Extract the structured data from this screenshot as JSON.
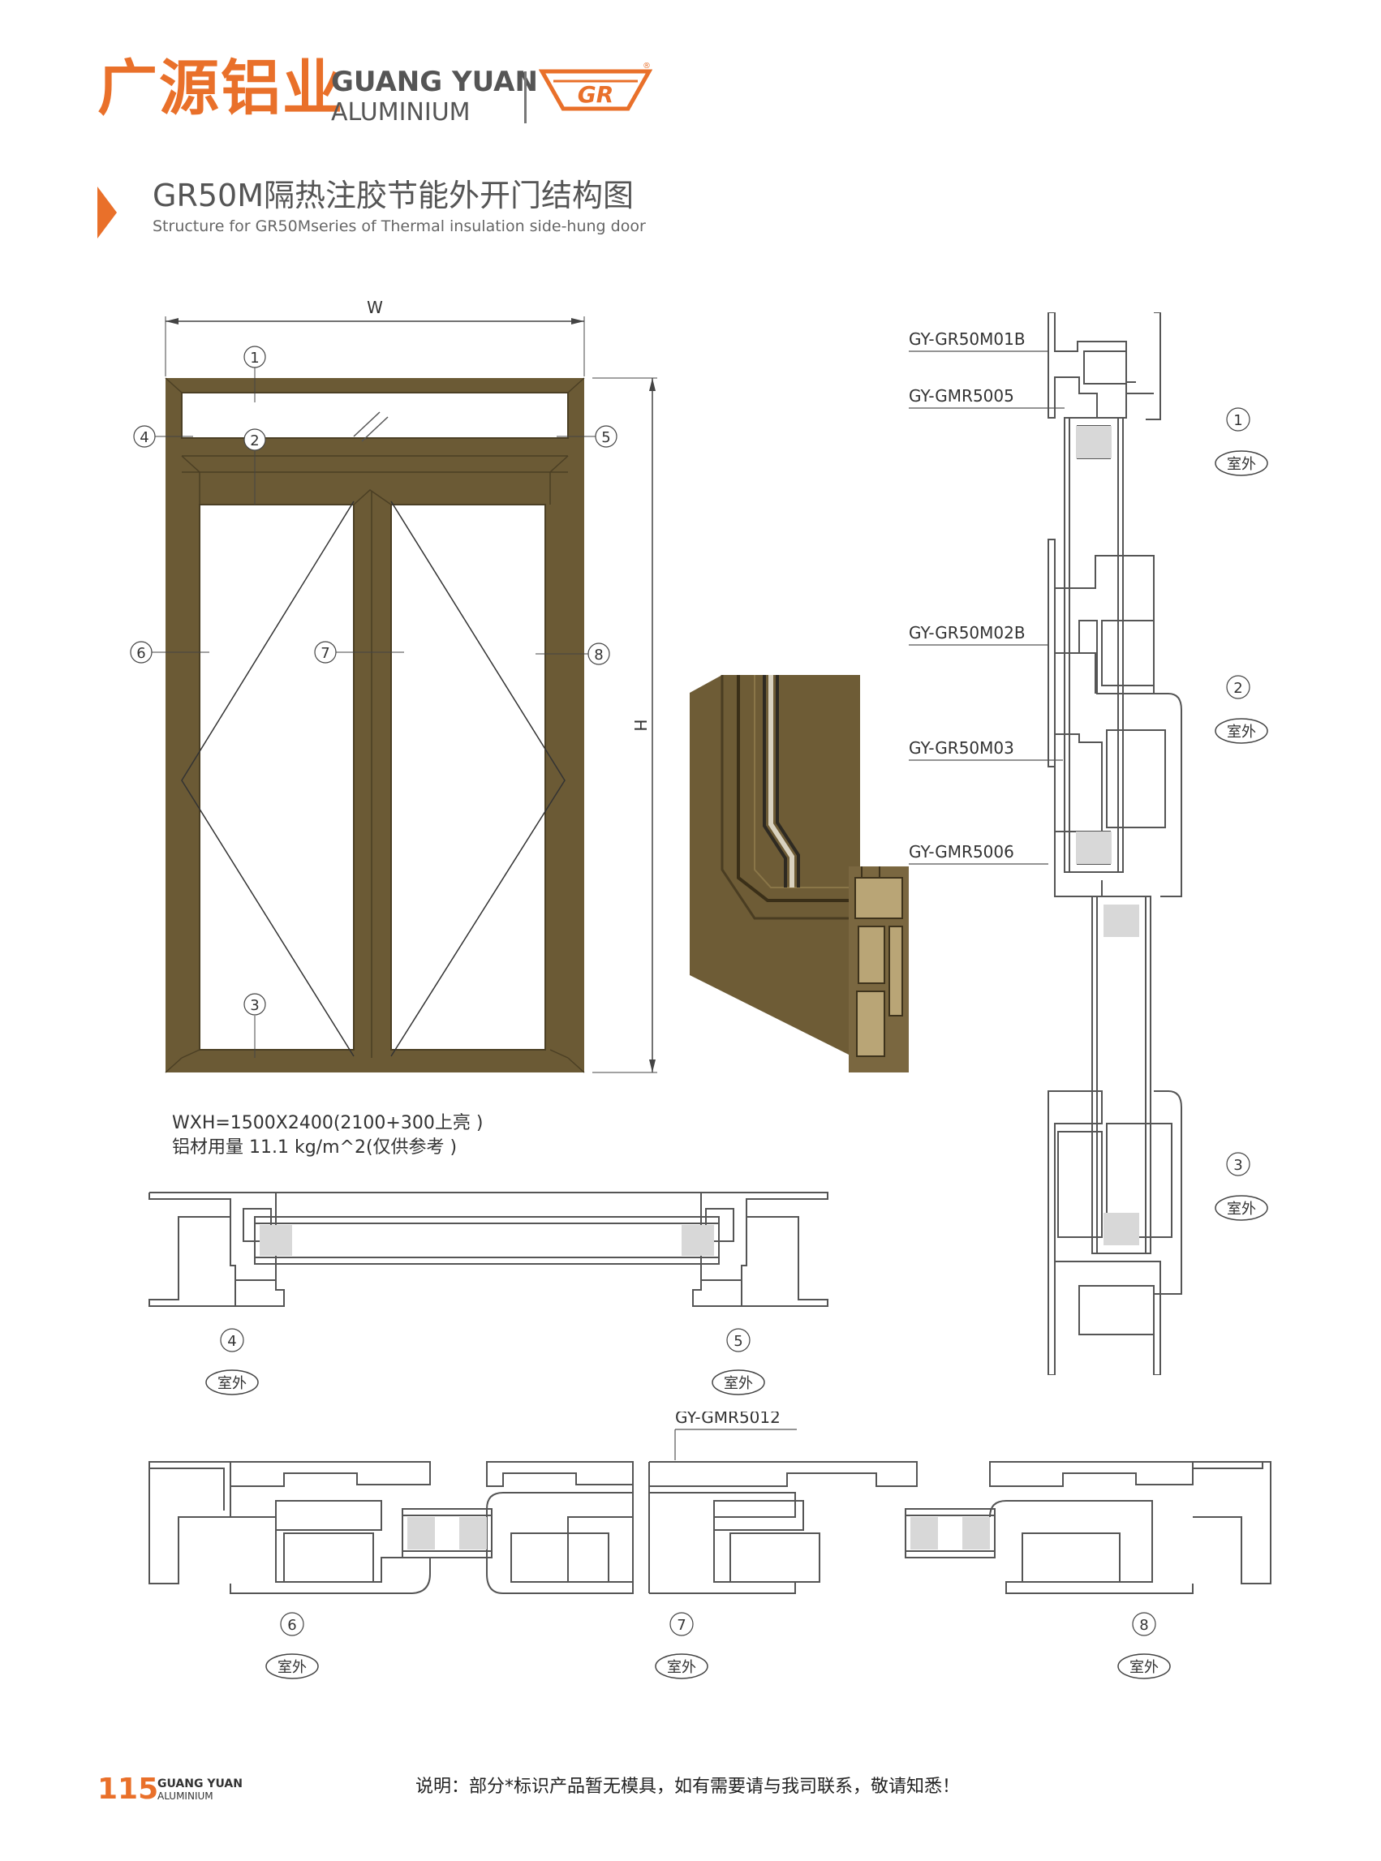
{
  "brand": {
    "cn": "广源铝业",
    "en_line1": "GUANG YUAN",
    "en_line2": "ALUMINIUM",
    "logo_text": "GR",
    "registered": "®",
    "accent_color": "#e9702a"
  },
  "title": {
    "cn": "GR50M隔热注胶节能外开门结构图",
    "en": "Structure for GR50Mseries of Thermal insulation side-hung door"
  },
  "elevation": {
    "width_label": "W",
    "height_label": "H",
    "frame_color": "#6b5a35",
    "callouts": [
      "1",
      "2",
      "3",
      "4",
      "5",
      "6",
      "7",
      "8"
    ]
  },
  "spec": {
    "line1": "WXH=1500X2400(2100+300上亮 )",
    "line2": "铝材用量 11.1 kg/m^2(仅供参考 )"
  },
  "vertical_section": {
    "labels": [
      "GY-GR50M01B",
      "GY-GMR5005",
      "GY-GR50M02B",
      "GY-GR50M03",
      "GY-GMR5006"
    ],
    "callouts": [
      "1",
      "2",
      "3"
    ],
    "outside_label": "室外"
  },
  "side_section": {
    "callouts": [
      "4",
      "5"
    ],
    "outside_label": "室外"
  },
  "bottom_section": {
    "label": "GY-GMR5012",
    "callouts": [
      "6",
      "7",
      "8"
    ],
    "outside_label": "室外"
  },
  "footer": {
    "page": "115",
    "en1": "GUANG YUAN",
    "en2": "ALUMINIUM",
    "note": "说明：部分*标识产品暂无模具，如有需要请与我司联系，敬请知悉！"
  }
}
